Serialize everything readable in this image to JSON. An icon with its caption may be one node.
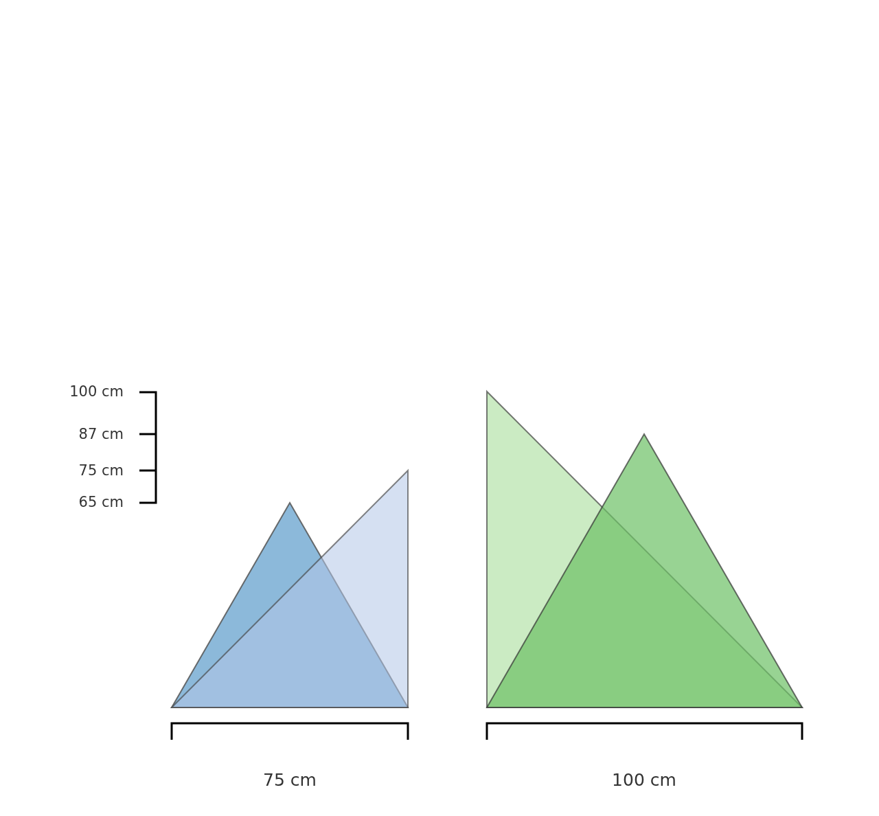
{
  "diagram": {
    "labels": [
      "100 cm",
      "87 cm",
      "75 cm",
      "65 cm",
      "75 cm",
      "100 cm"
    ]
  }
}
